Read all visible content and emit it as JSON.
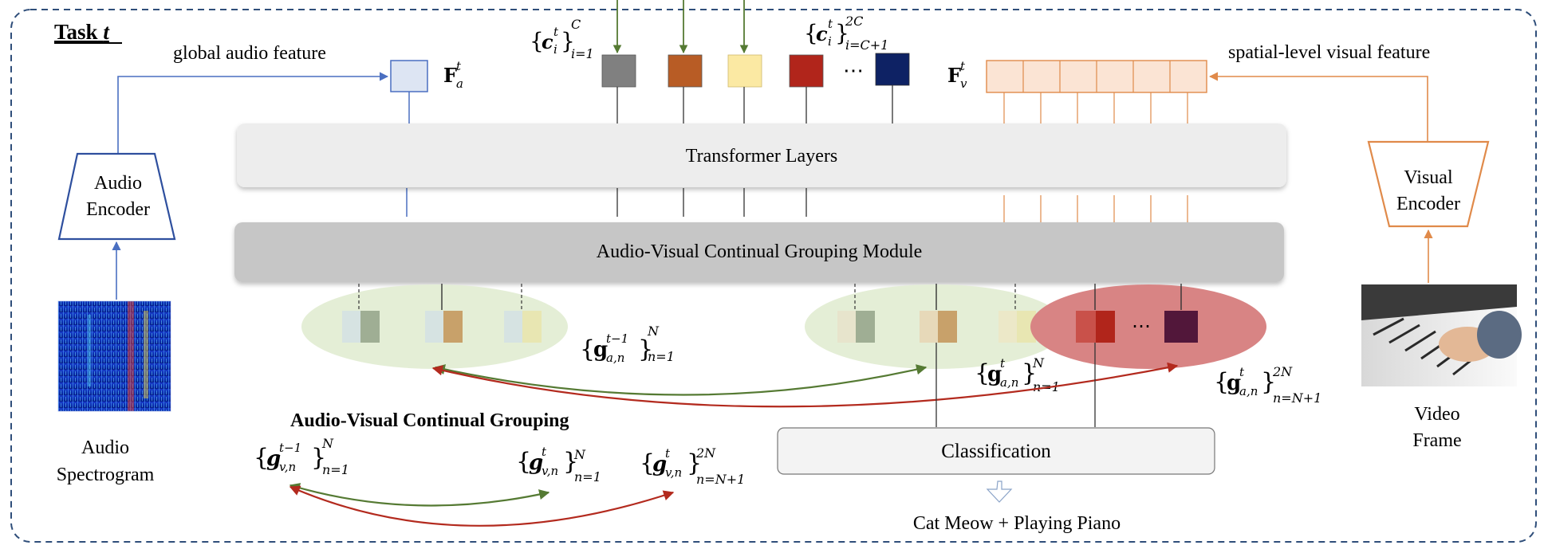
{
  "task_title": "Task",
  "task_symbol": "t",
  "audio": {
    "encoder_line1": "Audio",
    "encoder_line2": "Encoder",
    "input_line1": "Audio",
    "input_line2": "Spectrogram",
    "feature_caption": "global audio feature",
    "feature_symbol": "F",
    "feature_sub": "a",
    "feature_sup": "t"
  },
  "visual": {
    "encoder_line1": "Visual",
    "encoder_line2": "Encoder",
    "input_line1": "Video",
    "input_line2": "Frame",
    "feature_caption": "spatial-level visual feature",
    "feature_symbol": "F",
    "feature_sub": "v",
    "feature_sup": "t"
  },
  "class_tokens": {
    "set1": {
      "var": "c",
      "sub": "i",
      "sup": "t",
      "lower": "i=1",
      "upper": "C"
    },
    "set2": {
      "var": "c",
      "sub": "i",
      "sup": "t",
      "lower": "i=C+1",
      "upper": "2C"
    },
    "ellipsis": "⋯",
    "colors": [
      "#808080",
      "#b85c25",
      "#fbe9a3",
      "#b1251b",
      "#0e2264"
    ]
  },
  "modules": {
    "transformer": "Transformer Layers",
    "grouping_module": "Audio-Visual Continual Grouping Module",
    "classification": "Classification",
    "output": "Cat Meow + Playing Piano"
  },
  "groups": {
    "audio_prev": {
      "var": "g",
      "sub": "a,n",
      "sup": "t−1",
      "lower": "n=1",
      "upper": "N"
    },
    "audio_cur": {
      "var": "g",
      "sub": "a,n",
      "sup": "t",
      "lower": "n=1",
      "upper": "N"
    },
    "audio_new": {
      "var": "g",
      "sub": "a,n",
      "sup": "t",
      "lower": "n=N+1",
      "upper": "2N"
    },
    "ellipsis": "⋯"
  },
  "avcg": {
    "title": "Audio-Visual Continual Grouping",
    "visual_prev": {
      "var": "g",
      "sub": "v,n",
      "sup": "t−1",
      "lower": "n=1",
      "upper": "N"
    },
    "visual_cur": {
      "var": "g",
      "sub": "v,n",
      "sup": "t",
      "lower": "n=1",
      "upper": "N"
    },
    "visual_new": {
      "var": "g",
      "sub": "v,n",
      "sup": "t",
      "lower": "n=N+1",
      "upper": "2N"
    }
  },
  "colors": {
    "audio_blue": "#4a6fc1",
    "visual_orange": "#e08a4a",
    "arrow_green": "#557a33",
    "arrow_red": "#b32a1e",
    "border_dash": "#2f4e7a"
  }
}
